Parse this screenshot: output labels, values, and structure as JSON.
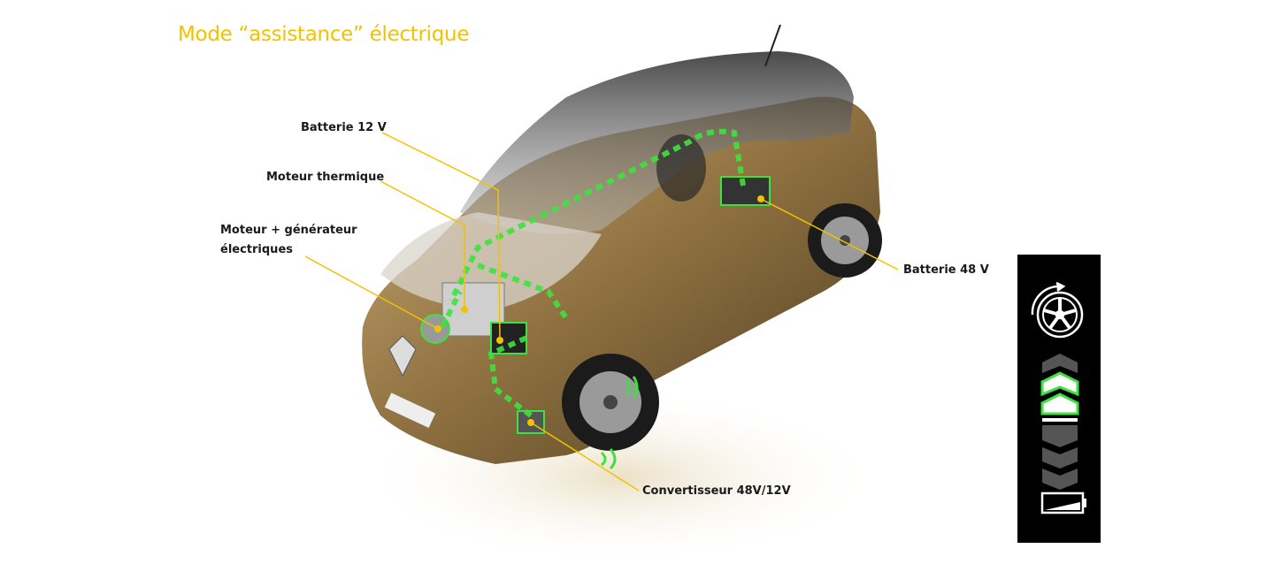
{
  "title": "Mode “assistance” électrique",
  "labels": {
    "battery_12v": "Batterie 12 V",
    "engine": "Moteur thermique",
    "motor_generator_line1": "Moteur + générateur",
    "motor_generator_line2": "électriques",
    "battery_48v": "Batterie 48 V",
    "converter": "Convertisseur 48V/12V"
  },
  "colors": {
    "accent": "#f2c200",
    "energy_flow": "#3ee23e",
    "body": "#a88a52"
  },
  "indicator_panel": {
    "icons": [
      "rotating-wheel-icon",
      "regen-chevrons",
      "battery-icon"
    ],
    "active_assist_level": 2,
    "total_assist_levels": 3,
    "active_regen_level": 0,
    "total_regen_levels": 3
  }
}
